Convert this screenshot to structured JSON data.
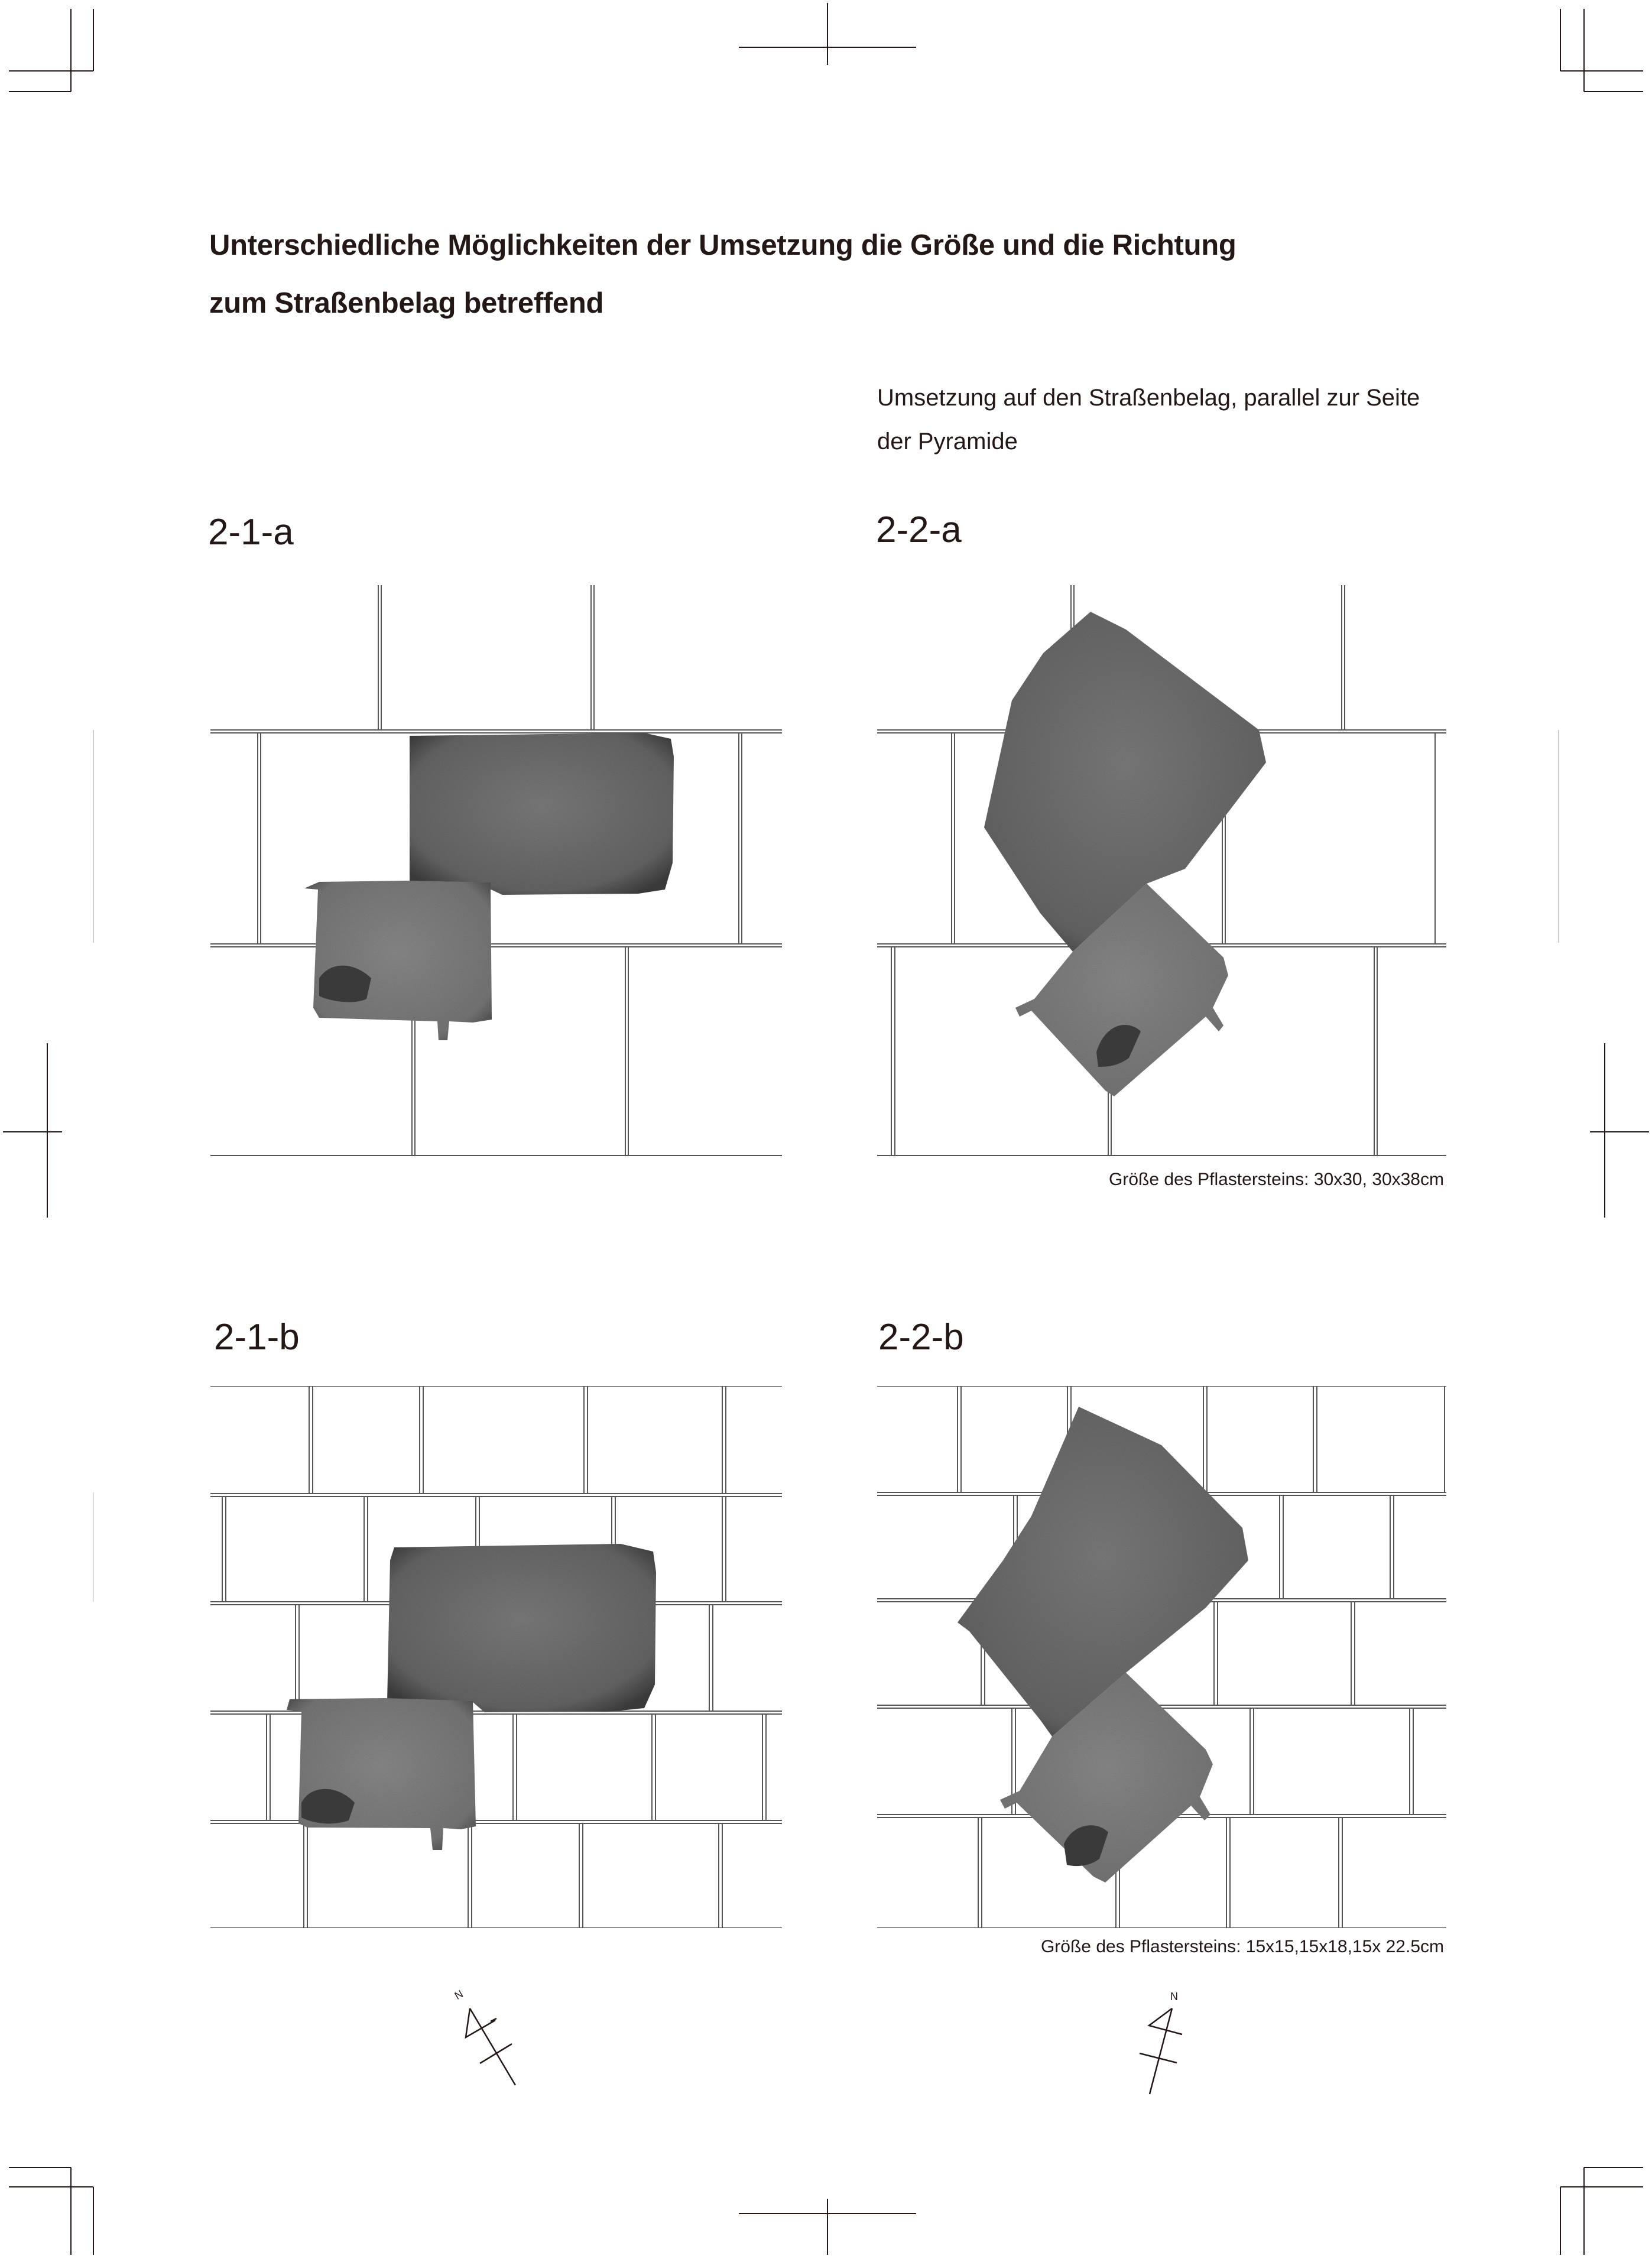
{
  "page": {
    "title_line1": "Unterschiedliche Möglichkeiten der Umsetzung die Größe und die Richtung",
    "title_line2": "zum Straßenbelag betreffend",
    "subtitle_line1": "Umsetzung auf den Straßenbelag, parallel zur Seite",
    "subtitle_line2": "der Pyramide"
  },
  "panels": [
    {
      "id": "2-1-a",
      "label": "2-1-a",
      "pattern": "large-pavers",
      "stone_orientation": "orthogonal"
    },
    {
      "id": "2-2-a",
      "label": "2-2-a",
      "pattern": "large-pavers",
      "stone_orientation": "rotated"
    },
    {
      "id": "2-1-b",
      "label": "2-1-b",
      "pattern": "small-pavers",
      "stone_orientation": "orthogonal"
    },
    {
      "id": "2-2-b",
      "label": "2-2-b",
      "pattern": "small-pavers",
      "stone_orientation": "rotated"
    }
  ],
  "captions": {
    "row_a": "Größe des Pflastersteins: 30x30, 30x38cm",
    "row_b": "Größe des Pflastersteins: 15x15,15x18,15x 22.5cm"
  },
  "north_arrows": [
    {
      "label": "N",
      "icon": "north-arrow-icon"
    },
    {
      "label": "N",
      "icon": "north-arrow-icon"
    }
  ],
  "colors": {
    "text": "#231815",
    "grid_line": "#555555",
    "stone_dark": "#555555",
    "stone_light": "#7a7a7a",
    "stain": "#333333"
  }
}
